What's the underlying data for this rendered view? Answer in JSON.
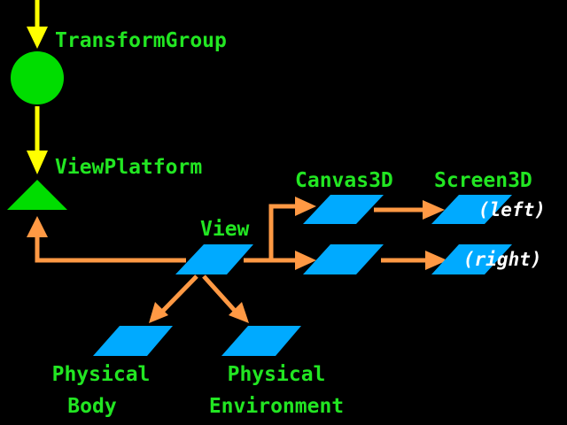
{
  "colors": {
    "background": "#000000",
    "node_green": "#00dd00",
    "label_green": "#22e622",
    "link_yellow": "#ffff00",
    "ref_orange": "#ff9944",
    "object_blue": "#00aaff",
    "note_white": "#ffffff"
  },
  "labels": {
    "transform_group": "TransformGroup",
    "view_platform": "ViewPlatform",
    "view": "View",
    "canvas3d": "Canvas3D",
    "screen3d": "Screen3D",
    "left": "(left)",
    "right": "(right)",
    "physical_body_1": "Physical",
    "physical_body_2": "Body",
    "physical_env_1": "Physical",
    "physical_env_2": "Environment"
  },
  "icons": {
    "transform_group": "circle-node-icon",
    "view_platform": "triangle-leaf-icon",
    "objects": "parallelogram-object-icon"
  }
}
